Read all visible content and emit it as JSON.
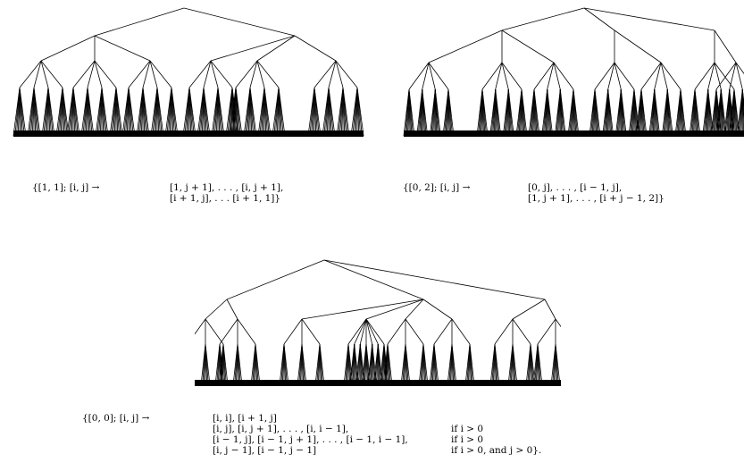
{
  "trees": [
    {
      "name": "tree-a",
      "rule": {
        "lhs": "{[1, 1]; [i, j] →",
        "rhs": [
          "[1, j + 1], . . . , [i, j + 1],",
          "[i + 1, j], . . . [i + 1, 1]}"
        ]
      }
    },
    {
      "name": "tree-b",
      "rule": {
        "lhs": "{[0, 2]; [i, j] →",
        "rhs": [
          "[0, j], . . . , [i − 1, j],",
          "[1, j + 1], . . . , [i + j − 1, 2]}"
        ]
      }
    },
    {
      "name": "tree-c",
      "rule": {
        "lhs": "{[0, 0]; [i, j] →",
        "rhs": [
          "[i, i], [i + 1, j]",
          "[i, j], [i, j + 1], . . . , [i, i − 1],",
          "[i − 1, j], [i − 1, j + 1], . . . , [i − 1, i − 1],",
          "[i, j − 1], [i − 1, j − 1]"
        ],
        "conditions": [
          "",
          "if i > 0",
          "if i > 0",
          "if i > 0, and j > 0}."
        ]
      }
    }
  ]
}
